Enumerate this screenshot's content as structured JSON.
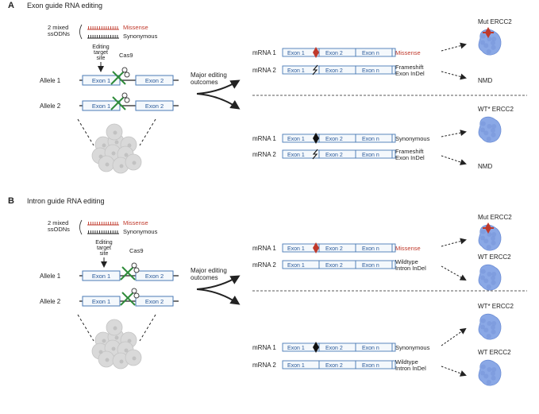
{
  "colors": {
    "missense_red": "#c0392b",
    "exon_blue": "#4a7ab5",
    "exon_fill": "#f4f8fc",
    "scissors_green": "#2e8b3a",
    "protein_blue": "#8aa8e6",
    "cell_gray": "#d9d9d9",
    "text": "#222222"
  },
  "panels": [
    {
      "letter": "A",
      "title": "Exon guide RNA editing",
      "ssodn_label_1": "2 mixed",
      "ssodn_label_2": "ssODNs",
      "missense_label": "Missense",
      "synonymous_label": "Synonymous",
      "target_label": [
        "Editing",
        "target",
        "site"
      ],
      "cas9_label": "Cas9",
      "allele1_label": "Allele 1",
      "allele2_label": "Allele 2",
      "exon1_label": "Exon 1",
      "exon2_label": "Exon 2",
      "outcome_label_1": "Major editing",
      "outcome_label_2": "outcomes",
      "rows": [
        {
          "mrna": "mRNA 1",
          "exons": [
            "Exon 1",
            "Exon 2",
            "Exon n"
          ],
          "mark": "red-diamond",
          "result": [
            "Missense"
          ],
          "result_red": true,
          "protein": "Mut ERCC2",
          "protein_mut": true
        },
        {
          "mrna": "mRNA 2",
          "exons": [
            "Exon 1",
            "Exon 2",
            "Exon n"
          ],
          "mark": "indel",
          "result": [
            "Frameshift",
            "Exon InDel"
          ],
          "result_red": false,
          "protein": "NMD",
          "protein_shape": false
        },
        {
          "mrna": "mRNA 1",
          "exons": [
            "Exon 1",
            "Exon 2",
            "Exon n"
          ],
          "mark": "black-diamond",
          "result": [
            "Synonymous"
          ],
          "result_red": false,
          "protein": "WT* ERCC2",
          "protein_mut": false
        },
        {
          "mrna": "mRNA 2",
          "exons": [
            "Exon 1",
            "Exon 2",
            "Exon n"
          ],
          "mark": "indel",
          "result": [
            "Frameshift",
            "Exon InDel"
          ],
          "result_red": false,
          "protein": "NMD",
          "protein_shape": false
        }
      ]
    },
    {
      "letter": "B",
      "title": "Intron guide RNA editing",
      "ssodn_label_1": "2 mixed",
      "ssodn_label_2": "ssODNs",
      "missense_label": "Missense",
      "synonymous_label": "Synonymous",
      "target_label": [
        "Editing",
        "target",
        "site"
      ],
      "cas9_label": "Cas9",
      "allele1_label": "Allele 1",
      "allele2_label": "Allele 2",
      "exon1_label": "Exon 1",
      "exon2_label": "Exon 2",
      "outcome_label_1": "Major editing",
      "outcome_label_2": "outcomes",
      "rows": [
        {
          "mrna": "mRNA 1",
          "exons": [
            "Exon 1",
            "Exon 2",
            "Exon n"
          ],
          "mark": "red-diamond",
          "result": [
            "Missense"
          ],
          "result_red": true,
          "protein": "Mut ERCC2",
          "protein_mut": true
        },
        {
          "mrna": "mRNA 2",
          "exons": [
            "Exon 1",
            "Exon 2",
            "Exon n"
          ],
          "mark": "none",
          "result": [
            "Wildtype",
            "Intron InDel"
          ],
          "result_red": false,
          "protein": "WT ERCC2",
          "protein_mut": false
        },
        {
          "mrna": "mRNA 1",
          "exons": [
            "Exon 1",
            "Exon 2",
            "Exon n"
          ],
          "mark": "black-diamond",
          "result": [
            "Synonymous"
          ],
          "result_red": false,
          "protein": "WT* ERCC2",
          "protein_mut": false
        },
        {
          "mrna": "mRNA 2",
          "exons": [
            "Exon 1",
            "Exon 2",
            "Exon n"
          ],
          "mark": "none",
          "result": [
            "Wildtype",
            "Intron InDel"
          ],
          "result_red": false,
          "protein": "WT ERCC2",
          "protein_mut": false
        }
      ]
    }
  ]
}
